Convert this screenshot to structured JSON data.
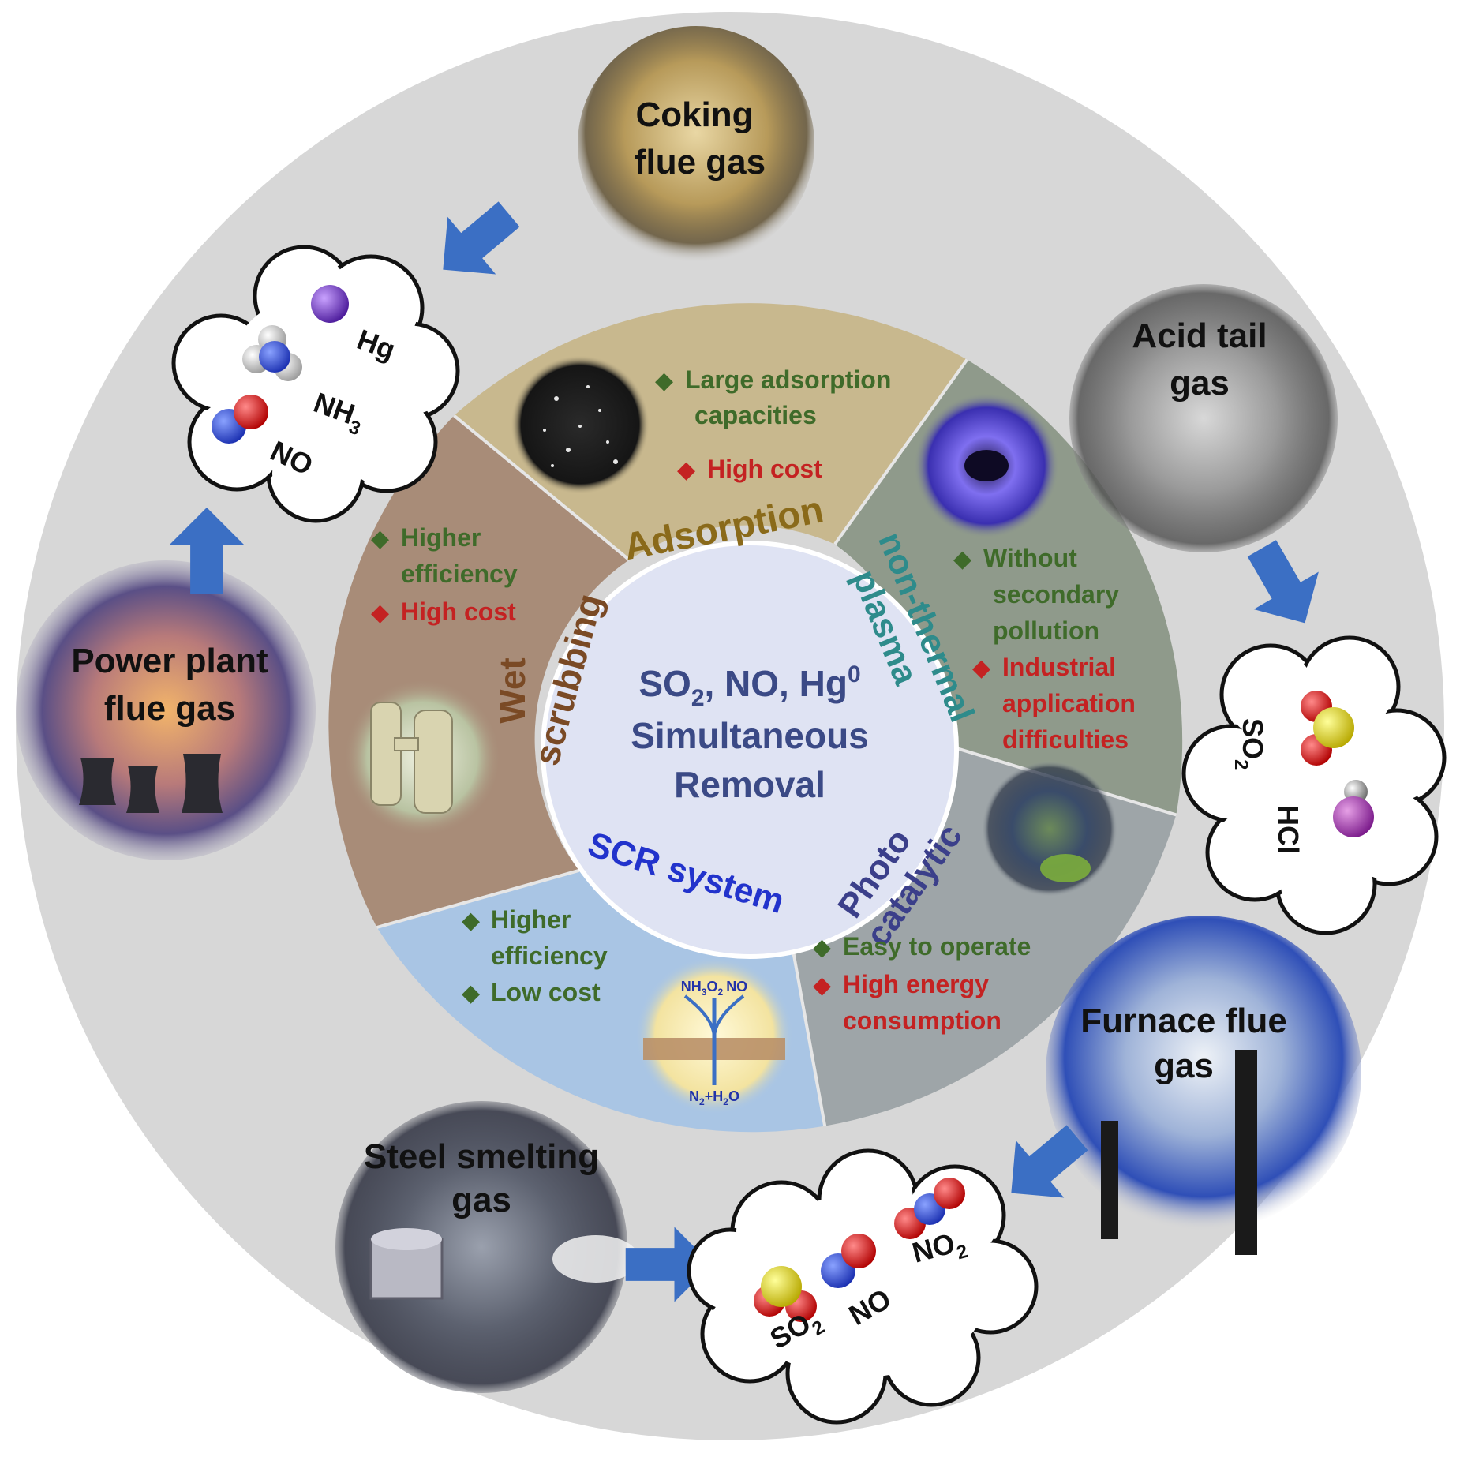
{
  "center": {
    "line1_a": "SO",
    "line1_sub": "2",
    "line1_b": ", NO, Hg",
    "line1_sup": "0",
    "line2": "Simultaneous",
    "line3": "Removal"
  },
  "sources": {
    "coking": [
      "Coking",
      "flue gas"
    ],
    "acid": [
      "Acid tail",
      "gas"
    ],
    "power": [
      "Power plant",
      "flue gas"
    ],
    "furnace": [
      "Furnace flue",
      "gas"
    ],
    "steel": [
      "Steel smelting",
      "gas"
    ]
  },
  "clouds": {
    "top_left": {
      "hg": "Hg",
      "nh3": "NH",
      "nh3_sub": "3",
      "no": "NO"
    },
    "right": {
      "so2": "SO",
      "so2_sub": "2",
      "hcl": "HCl"
    },
    "bottom": {
      "so2": "SO",
      "so2_sub": "2",
      "no": "NO",
      "no2": "NO",
      "no2_sub": "2"
    }
  },
  "methods": {
    "adsorption": {
      "label": "Adsorption",
      "pros": [
        "Large adsorption",
        "capacities"
      ],
      "cons": [
        "High cost"
      ]
    },
    "plasma": {
      "label1": "non-thermal",
      "label2": "plasma",
      "pros": [
        "Without",
        "secondary",
        "pollution"
      ],
      "cons": [
        "Industrial",
        "application",
        "difficulties"
      ]
    },
    "photo": {
      "label1": "Photo",
      "label2": "catalytic",
      "pros": [
        "Easy to operate"
      ],
      "cons": [
        "High energy",
        "consumption"
      ]
    },
    "scr": {
      "label": "SCR system",
      "pros1": [
        "Higher",
        "efficiency"
      ],
      "pros2": [
        "Low cost"
      ],
      "inset_top": "NH",
      "inset_top_sub": "3",
      "inset_top_b": "O",
      "inset_top_b_sub": "2",
      "inset_top_c": "NO",
      "inset_bottom": "N",
      "inset_bottom_sub": "2",
      "inset_bottom_b": "+H",
      "inset_bottom_b_sub": "2",
      "inset_bottom_c": "O"
    },
    "wet": {
      "label1": "Wet",
      "label2": "scrubbing",
      "pros": [
        "Higher",
        "efficiency"
      ],
      "cons": [
        "High cost"
      ]
    }
  },
  "colors": {
    "outer_ring": "#d7d7d7",
    "adsorption": "#c8b88e",
    "plasma": "#8f9a8b",
    "photo": "#9ea5a8",
    "scr": "#a9c5e4",
    "wet": "#a88c78",
    "center": "#dfe3f3",
    "arrow": "#3b6fc4",
    "pro_text": "#3f6b2a",
    "con_text": "#c42222",
    "scr_label": "#2233cc",
    "plasma_label": "#2e8b8b",
    "photo_label": "#3b3f8a",
    "adsorption_label": "#8a6a1a",
    "wet_label": "#7a4a25"
  }
}
